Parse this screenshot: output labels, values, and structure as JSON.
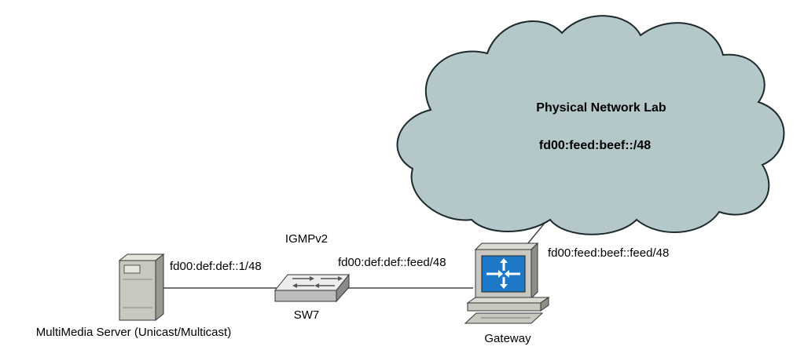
{
  "cloud": {
    "title": "Physical Network Lab",
    "prefix": "fd00:feed:beef::/48"
  },
  "server": {
    "address": "fd00:def:def::1/48",
    "name": "MultiMedia Server (Unicast/Multicast)"
  },
  "switch": {
    "protocol": "IGMPv2",
    "name": "SW7"
  },
  "gateway": {
    "lan_address": "fd00:def:def::feed/48",
    "wan_address": "fd00:feed:beef::feed/48",
    "name": "Gateway"
  },
  "colors": {
    "cloud_fill": "#b5c8c9",
    "cloud_stroke": "#1c2a2c",
    "device_gray": "#c8c8c0",
    "router_screen": "#1e78c8",
    "link": "#444444"
  }
}
